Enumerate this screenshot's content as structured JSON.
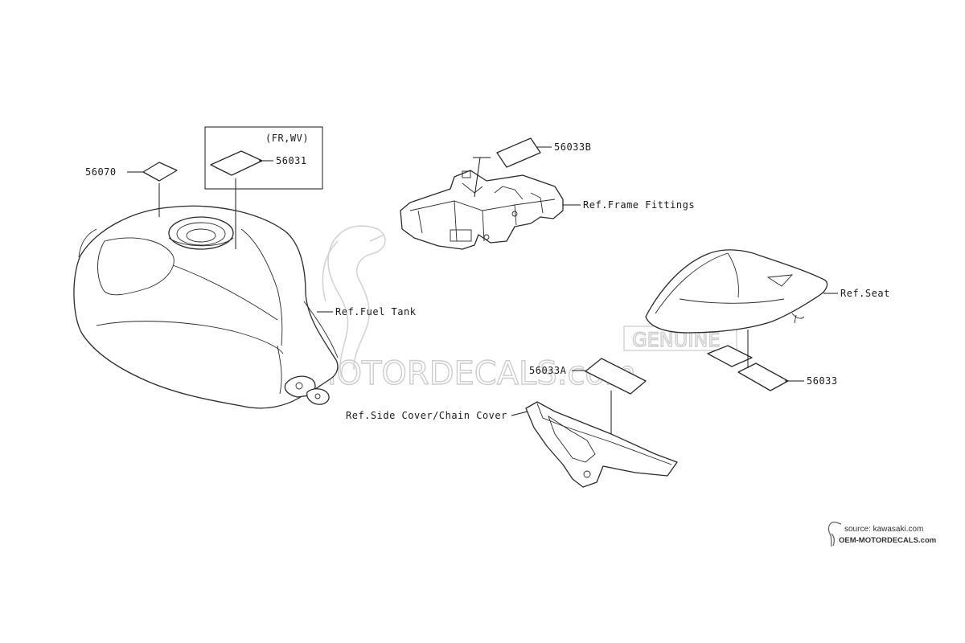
{
  "labels": {
    "p56070": "56070",
    "p56031": "56031",
    "variant": "(FR,WV)",
    "p56033B": "56033B",
    "frame_fittings": "Ref.Frame Fittings",
    "fuel_tank": "Ref.Fuel Tank",
    "seat": "Ref.Seat",
    "p56033A": "56033A",
    "p56033": "56033",
    "side_cover": "Ref.Side Cover/Chain Cover"
  },
  "watermark": {
    "brand": "OEM MOTORDECALS.com",
    "badge": "GENUINE"
  },
  "source": {
    "line1": "source: kawasaki.com",
    "line2": "OEM-MOTORDECALS.com"
  }
}
